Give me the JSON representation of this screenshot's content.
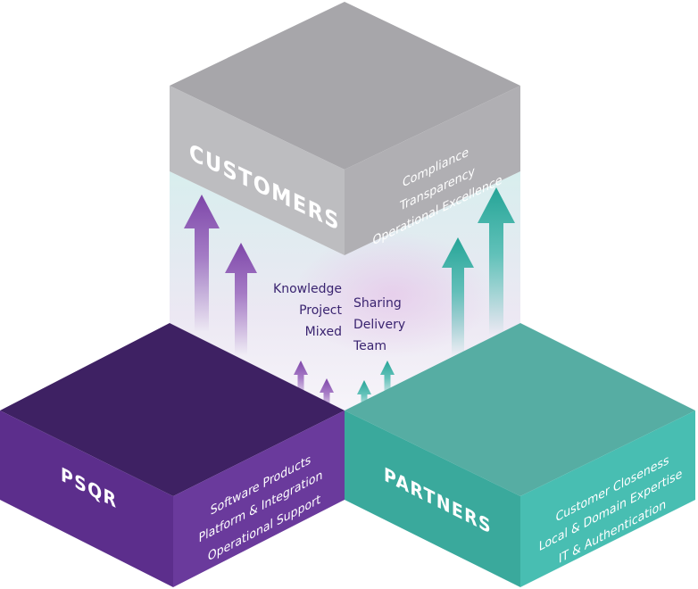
{
  "customers": {
    "label": "CUSTOMERS",
    "values": [
      "Compliance",
      "Transparency",
      "Operational Excellence"
    ]
  },
  "psqr": {
    "label": "PSQR",
    "values": [
      "Software Products",
      "Platform & Integration",
      "Operational Support"
    ]
  },
  "partners": {
    "label": "PARTNERS",
    "values": [
      "Customer Closeness",
      "Local & Domain Expertise",
      "IT & Authentication"
    ]
  },
  "center": {
    "left_words": [
      "Knowledge",
      "Project",
      "Mixed"
    ],
    "right_words": [
      "Sharing",
      "Delivery",
      "Team"
    ]
  },
  "colors": {
    "customers_top": "#a7a6aa",
    "customers_left": "#bdbdc0",
    "customers_right": "#b0afb3",
    "psqr_top": "#3e2163",
    "psqr_front_left": "#5c2e8c",
    "psqr_front_right": "#6a3a9c",
    "partners_top": "#56ada3",
    "partners_front_left": "#3aa99c",
    "partners_front_right": "#48beb2",
    "purple_arrow": "#8e56b6",
    "teal_arrow": "#35b3a6",
    "center_text": "#3a2470"
  }
}
